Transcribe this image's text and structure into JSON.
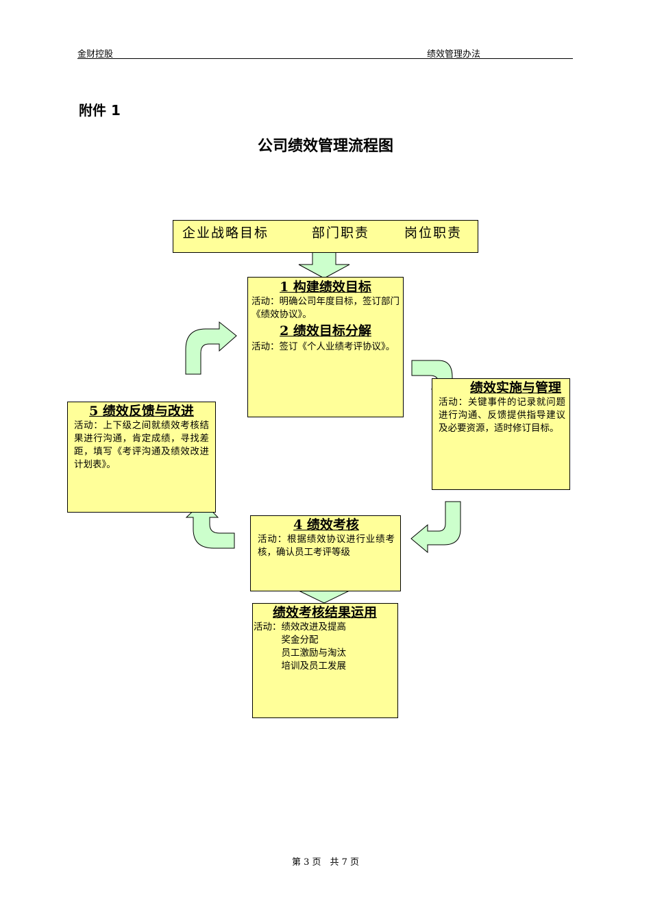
{
  "header": {
    "left": "金财控股",
    "right": "绩效管理办法"
  },
  "attachment_label": "附件 1",
  "title": "公司绩效管理流程图",
  "top_flow": [
    "企业战略目标",
    "部门职责",
    "岗位职责"
  ],
  "box1": {
    "title1": "1 构建绩效目标",
    "activity1": "活动：明确公司年度目标，签订部门《绩效协议》。",
    "title2": "2 绩效目标分解",
    "activity2": "活动：签订《个人业绩考评协议》。"
  },
  "box3": {
    "title": "绩效实施与管理",
    "activity": "活动：关键事件的记录就问题进行沟通、反馈提供指导建议及必要资源，适时修订目标。"
  },
  "box4": {
    "title": "4 绩效考核",
    "activity": "活动：根据绩效协议进行业绩考核，确认员工考评等级"
  },
  "box5": {
    "title": "5 绩效反馈与改进",
    "activity": "活动：上下级之间就绩效考核结果进行沟通，肯定成绩，寻找差距，填写《考评沟通及绩效改进计划表》。"
  },
  "box6": {
    "title": "绩效考核结果运用",
    "activity_label": "活动：",
    "items": [
      "绩效改进及提高",
      "奖金分配",
      "员工激励与淘汰",
      "培训及员工发展"
    ]
  },
  "footer": "第 3 页　共 7 页",
  "colors": {
    "box_fill": "#ffff99",
    "arrow_fill": "#ccffcc"
  }
}
